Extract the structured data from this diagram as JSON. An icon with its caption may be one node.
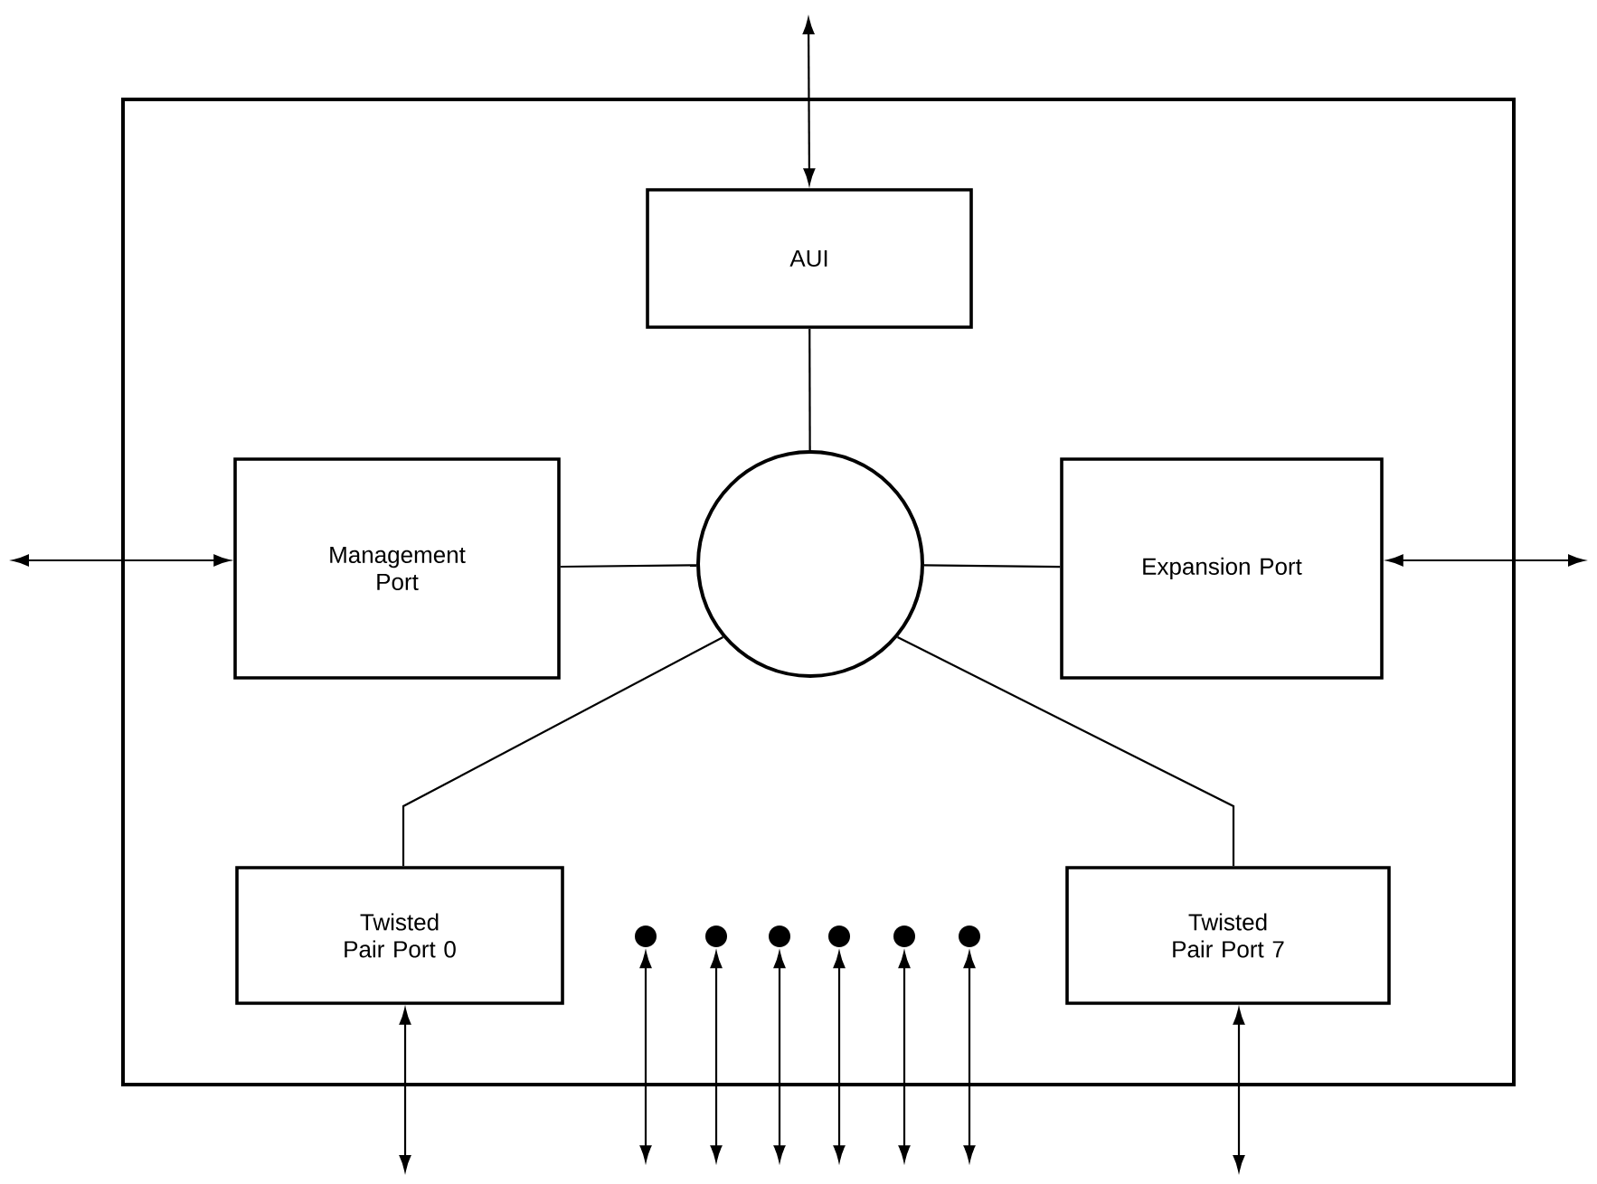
{
  "diagram": {
    "nodes": [
      {
        "text": [],
        "shape": "box"
      },
      {
        "text": [
          "AUI"
        ],
        "in": 0
      },
      {
        "text": [
          "Management Port"
        ],
        "in": 0
      },
      {
        "text": [],
        "shape": "circle",
        "in": 0
      },
      {
        "text": [
          "Expansion Port"
        ],
        "in": 0
      },
      {
        "text": [
          "Twisted Pair Port 0"
        ],
        "in": 0
      },
      {
        "text": [],
        "shape": "circle",
        "in": 0
      },
      {
        "text": [],
        "shape": "circle",
        "in": 0
      },
      {
        "text": [],
        "shape": "circle",
        "in": 0
      },
      {
        "text": [],
        "shape": "circle",
        "in": 0
      },
      {
        "text": [],
        "shape": "circle",
        "in": 0
      },
      {
        "text": [],
        "shape": "circle",
        "in": 0
      },
      {
        "text": [
          "Twisted Pair Port 7"
        ],
        "in": 0
      }
    ],
    "edges": [
      {
        "from": null,
        "to": 1,
        "arrow": "both"
      },
      {
        "from": null,
        "to": 2,
        "arrow": "both"
      },
      {
        "from": null,
        "to": 4,
        "arrow": "both"
      },
      {
        "from": 1,
        "to": 3,
        "arrow": "none"
      },
      {
        "from": 2,
        "to": 3,
        "arrow": "none"
      },
      {
        "from": 3,
        "to": 4,
        "arrow": "none"
      },
      {
        "from": 3,
        "to": 5,
        "arrow": "none"
      },
      {
        "from": 3,
        "to": 12,
        "arrow": "none"
      },
      {
        "from": null,
        "to": 5,
        "arrow": "both"
      },
      {
        "from": null,
        "to": 6,
        "arrow": "both"
      },
      {
        "from": null,
        "to": 7,
        "arrow": "both"
      },
      {
        "from": null,
        "to": 8,
        "arrow": "both"
      },
      {
        "from": null,
        "to": 9,
        "arrow": "both"
      },
      {
        "from": null,
        "to": 10,
        "arrow": "both"
      },
      {
        "from": null,
        "to": 11,
        "arrow": "both"
      },
      {
        "from": null,
        "to": 12,
        "arrow": "both"
      }
    ]
  }
}
